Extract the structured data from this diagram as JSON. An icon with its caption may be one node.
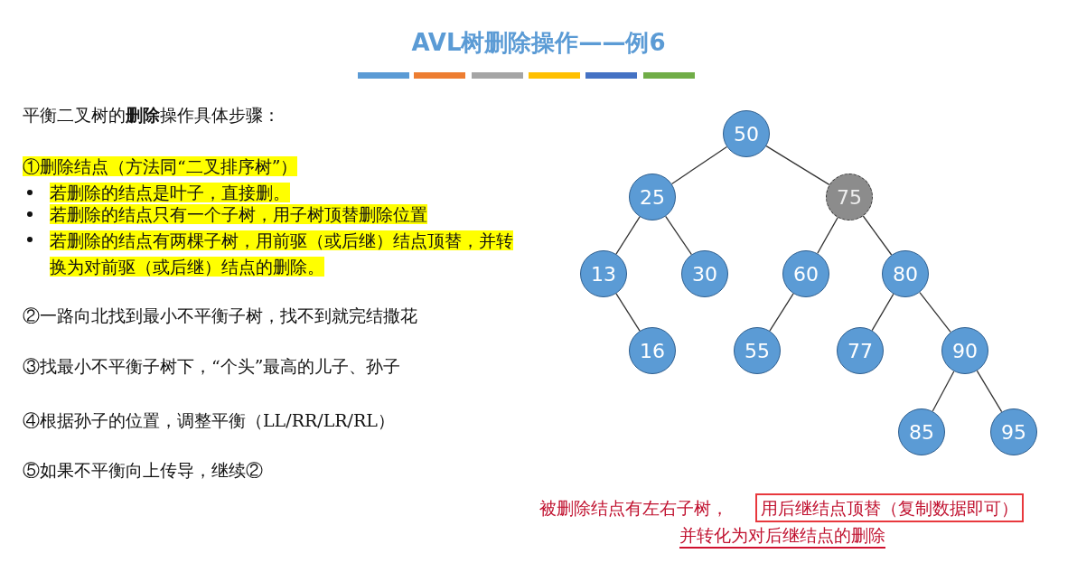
{
  "diagram": {
    "title": "AVL树删除操作——例6",
    "nodes": [
      {
        "text": [
          "50"
        ]
      },
      {
        "text": [
          "25"
        ]
      },
      {
        "text": [
          "75"
        ]
      },
      {
        "text": [
          "13"
        ]
      },
      {
        "text": [
          "30"
        ]
      },
      {
        "text": [
          "60"
        ]
      },
      {
        "text": [
          "80"
        ]
      },
      {
        "text": [
          "16"
        ]
      },
      {
        "text": [
          "55"
        ]
      },
      {
        "text": [
          "77"
        ]
      },
      {
        "text": [
          "90"
        ]
      },
      {
        "text": [
          "85"
        ]
      },
      {
        "text": [
          "95"
        ]
      }
    ],
    "edges": [
      {
        "from": 0,
        "to": 1,
        "arrow": "none"
      },
      {
        "from": 0,
        "to": 2,
        "arrow": "none"
      },
      {
        "from": 1,
        "to": 3,
        "arrow": "none"
      },
      {
        "from": 1,
        "to": 4,
        "arrow": "none"
      },
      {
        "from": 2,
        "to": 5,
        "arrow": "none"
      },
      {
        "from": 2,
        "to": 6,
        "arrow": "none"
      },
      {
        "from": 3,
        "to": 7,
        "arrow": "none"
      },
      {
        "from": 5,
        "to": 8,
        "arrow": "none"
      },
      {
        "from": 6,
        "to": 9,
        "arrow": "none"
      },
      {
        "from": 6,
        "to": 10,
        "arrow": "none"
      },
      {
        "from": 10,
        "to": 11,
        "arrow": "none"
      },
      {
        "from": 10,
        "to": 12,
        "arrow": "none"
      }
    ],
    "labels": [
      "平衡二叉树的**删除**操作具体步骤：",
      "①删除结点（方法同“二叉排序树”）",
      "若删除的结点是叶子，直接删。",
      "若删除的结点只有一个子树，用子树顶替删除位置",
      "若删除的结点有两棵子树，用前驱（或后继）结点顶替，并转换为对前驱（或后继）结点的删除。",
      "②一路向北找到最小不平衡子树，找不到就完结撒花",
      "③找最小不平衡子树下，“个头”最高的儿子、孙子",
      "④根据孙子的位置，调整平衡（LL/RR/LR/RL）",
      "⑤如果不平衡向上传导，继续②",
      "被删除结点有左右子树，",
      "用后继结点顶替（复制数据即可）",
      "并转化为对后继结点的删除"
    ]
  }
}
